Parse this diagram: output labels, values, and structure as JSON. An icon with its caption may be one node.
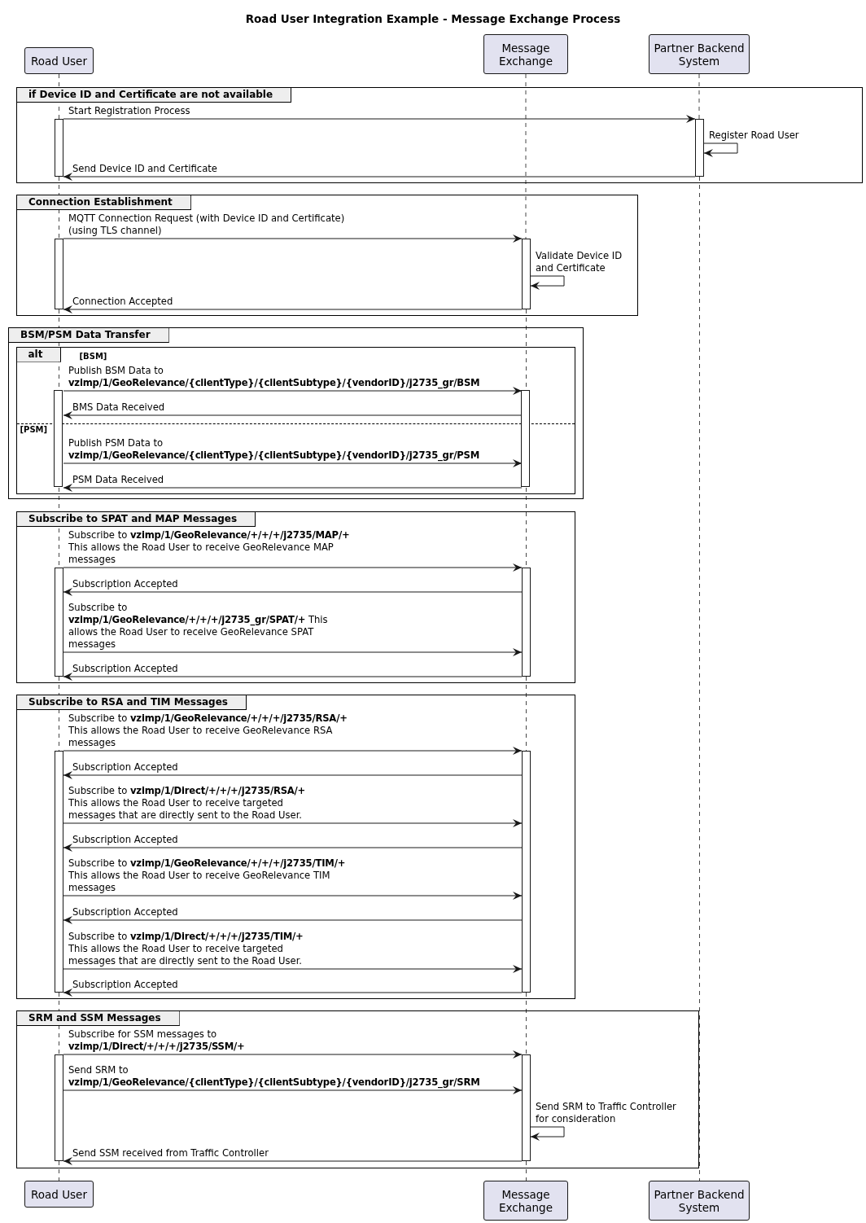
{
  "diagram": {
    "title": "Road User Integration Example - Message Exchange Process",
    "nodes": [
      {
        "text": [
          "Road User"
        ]
      },
      {
        "text": [
          "Message Exchange"
        ]
      },
      {
        "text": [
          "Partner Backend System"
        ]
      },
      {
        "text": [
          "if Device ID and Certificate are not available"
        ]
      },
      {
        "text": [],
        "shape": "bar",
        "in": 3
      },
      {
        "text": [],
        "shape": "bar",
        "in": 3
      },
      {
        "text": [
          "Connection Establishment"
        ]
      },
      {
        "text": [],
        "shape": "bar",
        "in": 6
      },
      {
        "text": [],
        "shape": "bar",
        "in": 6
      },
      {
        "text": [
          "BSM/PSM Data Transfer"
        ]
      },
      {
        "text": [
          "alt",
          "[BSM]",
          "[PSM]"
        ],
        "in": 9
      },
      {
        "text": [],
        "shape": "bar",
        "in": 10
      },
      {
        "text": [],
        "shape": "bar",
        "in": 10
      },
      {
        "text": [
          "Subscribe to SPAT and MAP Messages"
        ]
      },
      {
        "text": [],
        "shape": "bar",
        "in": 13
      },
      {
        "text": [],
        "shape": "bar",
        "in": 13
      },
      {
        "text": [
          "Subscribe to RSA and TIM Messages"
        ]
      },
      {
        "text": [],
        "shape": "bar",
        "in": 16
      },
      {
        "text": [],
        "shape": "bar",
        "in": 16
      },
      {
        "text": [
          "SRM and SSM Messages"
        ]
      },
      {
        "text": [],
        "shape": "bar",
        "in": 19
      },
      {
        "text": [],
        "shape": "bar",
        "in": 19
      },
      {
        "text": [
          "Road User"
        ]
      },
      {
        "text": [
          "Message Exchange"
        ]
      },
      {
        "text": [
          "Partner Backend System"
        ]
      }
    ],
    "edges": [
      {
        "from": 0,
        "to": 4,
        "arrow": "none",
        "style": "dashed"
      },
      {
        "from": 4,
        "to": 7,
        "arrow": "none",
        "style": "dashed"
      },
      {
        "from": 7,
        "to": 11,
        "arrow": "none",
        "style": "dashed"
      },
      {
        "from": 11,
        "to": 14,
        "arrow": "none",
        "style": "dashed"
      },
      {
        "from": 14,
        "to": 17,
        "arrow": "none",
        "style": "dashed"
      },
      {
        "from": 17,
        "to": 20,
        "arrow": "none",
        "style": "dashed"
      },
      {
        "from": 20,
        "to": 22,
        "arrow": "none",
        "style": "dashed"
      },
      {
        "from": 1,
        "to": 8,
        "arrow": "none",
        "style": "dashed"
      },
      {
        "from": 8,
        "to": 12,
        "arrow": "none",
        "style": "dashed"
      },
      {
        "from": 12,
        "to": 15,
        "arrow": "none",
        "style": "dashed"
      },
      {
        "from": 15,
        "to": 18,
        "arrow": "none",
        "style": "dashed"
      },
      {
        "from": 18,
        "to": 21,
        "arrow": "none",
        "style": "dashed"
      },
      {
        "from": 21,
        "to": 23,
        "arrow": "none",
        "style": "dashed"
      },
      {
        "from": 2,
        "to": 5,
        "arrow": "none",
        "style": "dashed"
      },
      {
        "from": 5,
        "to": 24,
        "arrow": "none",
        "style": "dashed"
      },
      {
        "from": 4,
        "to": 5,
        "arrow": "to",
        "label": "Start Registration Process"
      },
      {
        "from": 5,
        "to": 5,
        "arrow": "to",
        "label": "Register Road User"
      },
      {
        "from": 5,
        "to": 4,
        "arrow": "to",
        "label": "Send Device ID and Certificate"
      },
      {
        "from": 7,
        "to": 8,
        "arrow": "to",
        "label": "MQTT Connection Request (with Device ID and Certificate) (using TLS channel)"
      },
      {
        "from": 8,
        "to": 8,
        "arrow": "to",
        "label": "Validate Device ID and Certificate"
      },
      {
        "from": 8,
        "to": 7,
        "arrow": "to",
        "label": "Connection Accepted"
      },
      {
        "from": 11,
        "to": 12,
        "arrow": "to",
        "label": "Publish BSM Data to **vzimp/1/GeoRelevance/{clientType}/{clientSubtype}/{vendorID}/j2735_gr/BSM**"
      },
      {
        "from": 12,
        "to": 11,
        "arrow": "to",
        "label": "BMS Data Received"
      },
      {
        "from": 11,
        "to": 12,
        "arrow": "to",
        "label": "Publish PSM Data to **vzimp/1/GeoRelevance/{clientType}/{clientSubtype}/{vendorID}/j2735_gr/PSM**"
      },
      {
        "from": 12,
        "to": 11,
        "arrow": "to",
        "label": "PSM Data Received"
      },
      {
        "from": 14,
        "to": 15,
        "arrow": "to",
        "label": "Subscribe to **vzimp/1/GeoRelevance/+/+/+/j2735/MAP/+** This allows the Road User to receive GeoRelevance MAP messages"
      },
      {
        "from": 15,
        "to": 14,
        "arrow": "to",
        "label": "Subscription Accepted"
      },
      {
        "from": 14,
        "to": 15,
        "arrow": "to",
        "label": "Subscribe to **vzimp/1/GeoRelevance/+/+/+/j2735_gr/SPAT/+** This allows the Road User to receive GeoRelevance SPAT messages"
      },
      {
        "from": 15,
        "to": 14,
        "arrow": "to",
        "label": "Subscription Accepted"
      },
      {
        "from": 17,
        "to": 18,
        "arrow": "to",
        "label": "Subscribe to **vzimp/1/GeoRelevance/+/+/+/j2735/RSA/+** This allows the Road User to receive GeoRelevance RSA messages"
      },
      {
        "from": 18,
        "to": 17,
        "arrow": "to",
        "label": "Subscription Accepted"
      },
      {
        "from": 17,
        "to": 18,
        "arrow": "to",
        "label": "Subscribe to **vzimp/1/Direct/+/+/+/j2735/RSA/+** This allows the Road User to receive targeted messages that are directly sent to the Road User."
      },
      {
        "from": 18,
        "to": 17,
        "arrow": "to",
        "label": "Subscription Accepted"
      },
      {
        "from": 17,
        "to": 18,
        "arrow": "to",
        "label": "Subscribe to **vzimp/1/GeoRelevance/+/+/+/j2735/TIM/+** This allows the Road User to receive GeoRelevance TIM messages"
      },
      {
        "from": 18,
        "to": 17,
        "arrow": "to",
        "label": "Subscription Accepted"
      },
      {
        "from": 17,
        "to": 18,
        "arrow": "to",
        "label": "Subscribe to **vzimp/1/Direct/+/+/+/j2735/TIM/+** This allows the Road User to receive targeted messages that are directly sent to the Road User."
      },
      {
        "from": 18,
        "to": 17,
        "arrow": "to",
        "label": "Subscription Accepted"
      },
      {
        "from": 20,
        "to": 21,
        "arrow": "to",
        "label": "Subscribe for SSM messages to **vzimp/1/Direct/+/+/+/j2735/SSM/+**"
      },
      {
        "from": 20,
        "to": 21,
        "arrow": "to",
        "label": "Send SRM to **vzimp/1/GeoRelevance/{clientType}/{clientSubtype}/{vendorID}/j2735_gr/SRM**"
      },
      {
        "from": 21,
        "to": 21,
        "arrow": "to",
        "label": "Send SRM to Traffic Controller for consideration"
      },
      {
        "from": 21,
        "to": 20,
        "arrow": "to",
        "label": "Send SSM received from Traffic Controller"
      }
    ]
  }
}
